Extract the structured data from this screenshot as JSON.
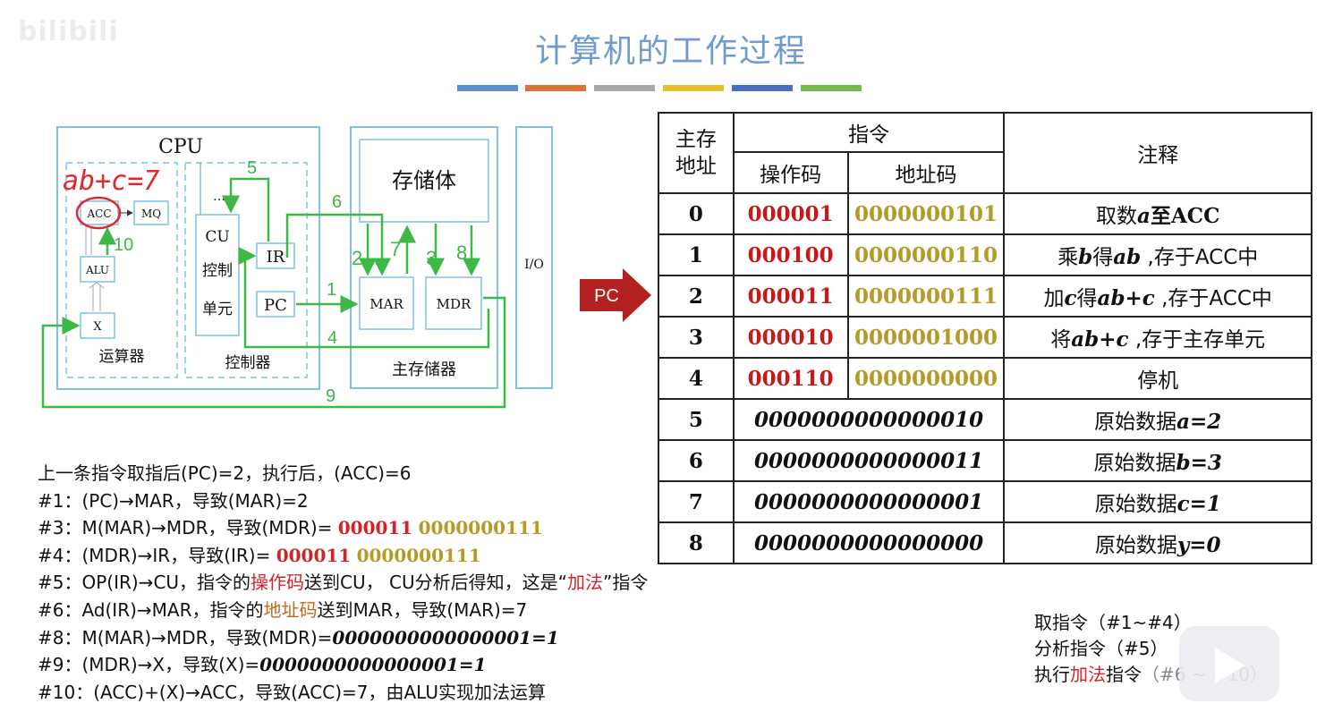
{
  "title": "计算机的工作过程",
  "watermark": "bilibili",
  "color_bar": [
    "#5b8fd2",
    "#d9733a",
    "#a8a8a8",
    "#e7c02c",
    "#4a6fc2",
    "#79b84e"
  ],
  "diagram": {
    "cpu": "CPU",
    "handwritten": "ab+c=7",
    "acc": "ACC",
    "mq": "MQ",
    "alu": "ALU",
    "x": "X",
    "alu_unit": "运算器",
    "dots": "…",
    "cu": "CU",
    "cu_l2": "控制",
    "cu_l3": "单元",
    "ir": "IR",
    "pc": "PC",
    "controller": "控制器",
    "storage": "存储体",
    "mar": "MAR",
    "mdr": "MDR",
    "main_memory": "主存储器",
    "io": "I/O",
    "steps": {
      "s1": "1",
      "s2": "2",
      "s3": "3",
      "s4": "4",
      "s5": "5",
      "s6": "6",
      "s7": "7",
      "s8": "8",
      "s9": "9",
      "s10": "10"
    }
  },
  "pc_pointer": "PC",
  "table": {
    "h_addr_1": "主存",
    "h_addr_2": "地址",
    "h_instr": "指令",
    "h_opcode": "操作码",
    "h_addrcode": "地址码",
    "h_note": "注释",
    "rows": [
      {
        "addr": "0",
        "op": "000001",
        "code": "0000000101",
        "note_a": "取数",
        "note_var": "a",
        "note_b": "至ACC"
      },
      {
        "addr": "1",
        "op": "000100",
        "code": "0000000110",
        "note_a": "乘",
        "note_var": "b",
        "note_b": "得",
        "note_var2": "ab",
        "note_c": " ,存于ACC中"
      },
      {
        "addr": "2",
        "op": "000011",
        "code": "0000000111",
        "note_a": "加",
        "note_var": "c",
        "note_b": "得",
        "note_var2": "ab+c",
        "note_c": " ,存于ACC中"
      },
      {
        "addr": "3",
        "op": "000010",
        "code": "0000001000",
        "note_a": "将",
        "note_var": "ab+c",
        "note_b": " ,存于主存单元"
      },
      {
        "addr": "4",
        "op": "000110",
        "code": "0000000000",
        "note_a": "停机"
      },
      {
        "addr": "5",
        "data": "0000000000000010",
        "note_a": "原始数据",
        "note_var": "a=2"
      },
      {
        "addr": "6",
        "data": "0000000000000011",
        "note_a": "原始数据",
        "note_var": "b=3"
      },
      {
        "addr": "7",
        "data": "0000000000000001",
        "note_a": "原始数据",
        "note_var": "c=1"
      },
      {
        "addr": "8",
        "data": "0000000000000000",
        "note_a": "原始数据",
        "note_var": "y=0"
      }
    ]
  },
  "steps": {
    "l0": "上一条指令取指后(PC)=2，执行后，(ACC)=6",
    "l1": "#1：(PC)→MAR，导致(MAR)=2",
    "l3_a": "#3：M(MAR)→MDR，导致(MDR)= ",
    "l3_op": "000011",
    "l3_code": "0000000111",
    "l4_a": "#4：(MDR)→IR，导致(IR)= ",
    "l4_op": "000011",
    "l4_code": "0000000111",
    "l5_a": "#5：OP(IR)→CU，指令的",
    "l5_hl": "操作码",
    "l5_b": "送到CU， CU分析后得知，这是“",
    "l5_hl2": "加法",
    "l5_c": "”指令",
    "l6_a": "#6：Ad(IR)→MAR，指令的",
    "l6_hl": "地址码",
    "l6_b": "送到MAR，导致(MAR)=7",
    "l8_a": "#8：M(MAR)→MDR，导致(MDR)=",
    "l8_v": "0000000000000001=1",
    "l9_a": "#9：(MDR)→X，导致(X)=",
    "l9_v": "0000000000000001=1",
    "l10": "#10：(ACC)+(X)→ACC，导致(ACC)=7，由ALU实现加法运算"
  },
  "summary": {
    "fetch": "取指令（#1~#4）",
    "analyze": "分析指令（#5）",
    "exec_a": "执行",
    "exec_hl": "加法",
    "exec_b": "指令",
    "exec_c": "（#6 ~ #10）"
  }
}
